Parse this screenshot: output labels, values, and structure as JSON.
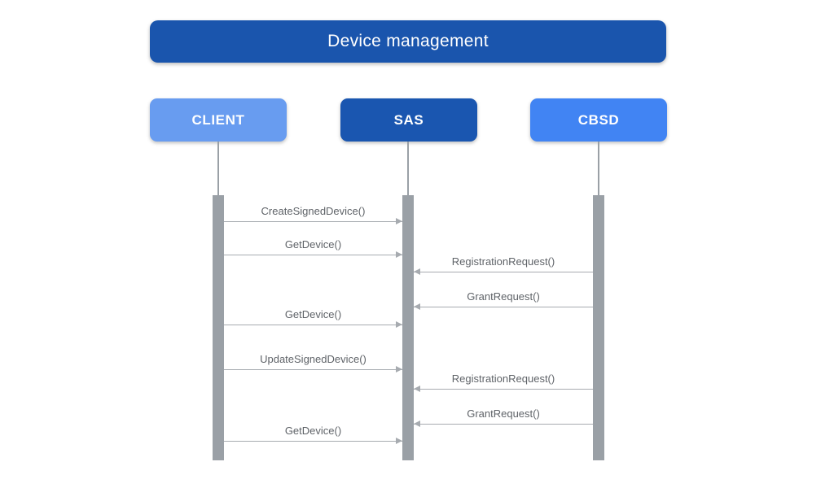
{
  "diagram": {
    "type": "sequence",
    "title": "Device management"
  },
  "colors": {
    "page_bg": "#ffffff",
    "title_bg": "#1a55ad",
    "client_bg": "#689cf0",
    "sas_bg": "#1a56b0",
    "cbsd_bg": "#4184f3",
    "actor_text": "#ffffff",
    "lifeline": "#9aa0a6",
    "activation_bar": "#9aa0a6",
    "arrow": "#a7abb0",
    "message_text": "#5f6368"
  },
  "actors": [
    {
      "id": "client",
      "label": "CLIENT"
    },
    {
      "id": "sas",
      "label": "SAS"
    },
    {
      "id": "cbsd",
      "label": "CBSD"
    }
  ],
  "messages": [
    {
      "label": "CreateSignedDevice()",
      "from": "CLIENT",
      "to": "SAS"
    },
    {
      "label": "GetDevice()",
      "from": "CLIENT",
      "to": "SAS"
    },
    {
      "label": "RegistrationRequest()",
      "from": "CBSD",
      "to": "SAS"
    },
    {
      "label": "GrantRequest()",
      "from": "CBSD",
      "to": "SAS"
    },
    {
      "label": "GetDevice()",
      "from": "CLIENT",
      "to": "SAS"
    },
    {
      "label": "UpdateSignedDevice()",
      "from": "CLIENT",
      "to": "SAS"
    },
    {
      "label": "RegistrationRequest()",
      "from": "CBSD",
      "to": "SAS"
    },
    {
      "label": "GrantRequest()",
      "from": "CBSD",
      "to": "SAS"
    },
    {
      "label": "GetDevice()",
      "from": "CLIENT",
      "to": "SAS"
    }
  ]
}
